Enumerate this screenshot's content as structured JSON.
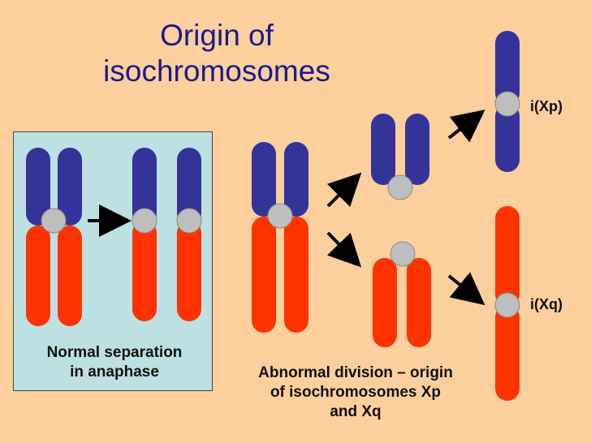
{
  "title": {
    "line1": "Origin of",
    "line2": "isochromosomes"
  },
  "normal_caption": {
    "line1": "Normal separation",
    "line2": "in anaphase"
  },
  "abnormal_caption": {
    "line1": "Abnormal division – origin",
    "line2": "of  isochromosomes Xp",
    "line3": "and Xq"
  },
  "labels": {
    "xp": "i(Xp)",
    "xq": "i(Xq)"
  },
  "colors": {
    "background": "#FCCF9C",
    "panel": "#BDE0E2",
    "p_arm": "#33339A",
    "q_arm": "#FF3300",
    "centromere": "#BEBEBE",
    "arrow": "#000000"
  }
}
